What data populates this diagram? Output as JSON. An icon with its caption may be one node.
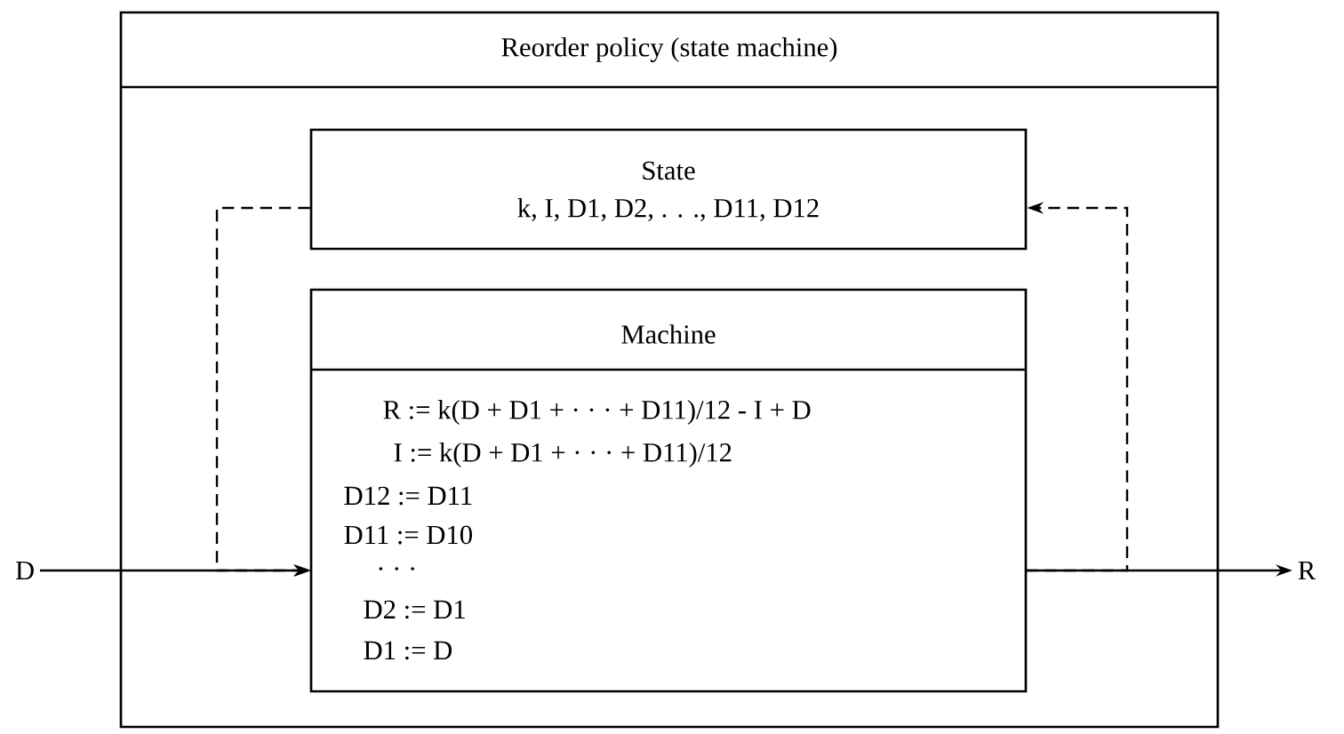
{
  "diagram": {
    "nodes": [
      {
        "text": [
          "Reorder policy (state machine)"
        ]
      },
      {
        "text": [
          "State",
          "k, I, D1, D2, . . ., D11, D12"
        ],
        "in": 0
      },
      {
        "text": [
          "Machine",
          "R := k(D + D1 + · · · + D11)/12 - I + D",
          "I := k(D + D1 + · · · + D11)/12",
          "D12 := D11",
          "D11 := D10",
          ". . .",
          "D2 := D1",
          "D1 := D"
        ],
        "in": 0
      },
      {
        "text": [
          "D"
        ]
      },
      {
        "text": [
          "R"
        ]
      }
    ],
    "edges": [
      {
        "from": 3,
        "to": 2,
        "arrow": "to"
      },
      {
        "from": 2,
        "to": 4,
        "arrow": "to"
      },
      {
        "from": 1,
        "to": 2,
        "arrow": "to",
        "style": "dashed"
      },
      {
        "from": 2,
        "to": 1,
        "arrow": "to",
        "style": "dashed"
      }
    ]
  }
}
